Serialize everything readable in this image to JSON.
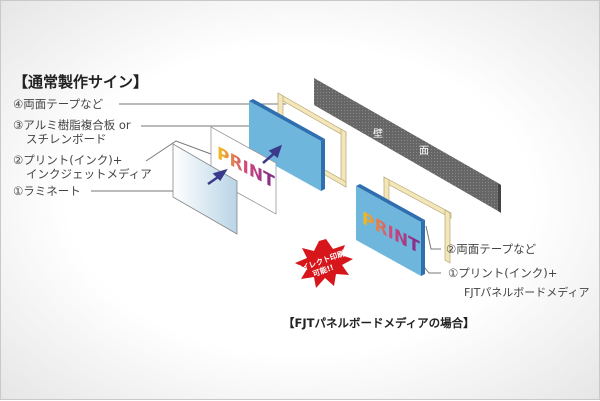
{
  "standard": {
    "title": "【通常製作サイン】",
    "labels": [
      "④両面テープなど",
      "③アルミ樹脂複合板 or",
      "スチレンボード",
      "②プリント(インク)+",
      "インクジェットメディア",
      "①ラミネート"
    ]
  },
  "wall": {
    "label_1": "壁",
    "label_2": "面"
  },
  "print_text": "PRINT",
  "badge": {
    "line1": "ダイレクト印刷が",
    "line2": "可能!!",
    "color": "#d7161b"
  },
  "fjt": {
    "labels": [
      "②両面テープなど",
      "①プリント(インク)+",
      "FJTパネルボードメディア"
    ],
    "title": "【FJTパネルボードメディアの場合】"
  },
  "colors": {
    "board": "#6fb6dc",
    "board_edge": "#2f6fb0",
    "tape": "#f3e6b8",
    "wall": "#6a6a6a"
  }
}
